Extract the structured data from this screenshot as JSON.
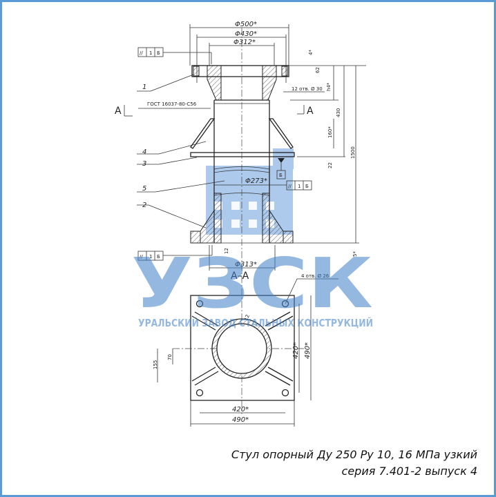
{
  "drawing": {
    "dims_top": [
      "Φ500*",
      "Φ430*",
      "Φ312*"
    ],
    "dim_273": "Φ273*",
    "dim_313": "Φ313*",
    "dims_right": [
      "4*",
      "62",
      "h4*",
      "430",
      "160*",
      "22",
      "1500",
      "5*"
    ],
    "holes_top": "12 отв. Ø 30",
    "gost": "ГОСТ 16037-80-С56",
    "section_mark": "A",
    "section_title": "A–A",
    "holes_base": "4 отв. Ø 26",
    "dim_weld": "12",
    "dim_bottom_small": "12",
    "tolerance_frame": [
      "//",
      "1",
      "Б"
    ],
    "datum": "Б",
    "parts": [
      "1",
      "2",
      "3",
      "4",
      "5"
    ],
    "plan_dims": [
      "420*",
      "490*",
      "420*",
      "490*",
      "70",
      "155"
    ]
  },
  "watermark": {
    "logo_text": "УЗСК",
    "subtitle": "УРАЛЬСКИЙ ЗАВОД СТАЛЬНЫХ КОНСТРУКЦИЙ",
    "color": "#3f7fc8"
  },
  "caption": {
    "line1": "Стул опорный Ду 250 Ру 10, 16 МПа узкий",
    "line2": "серия 7.401-2 выпуск 4"
  },
  "frame_color": "#5b9bd5"
}
